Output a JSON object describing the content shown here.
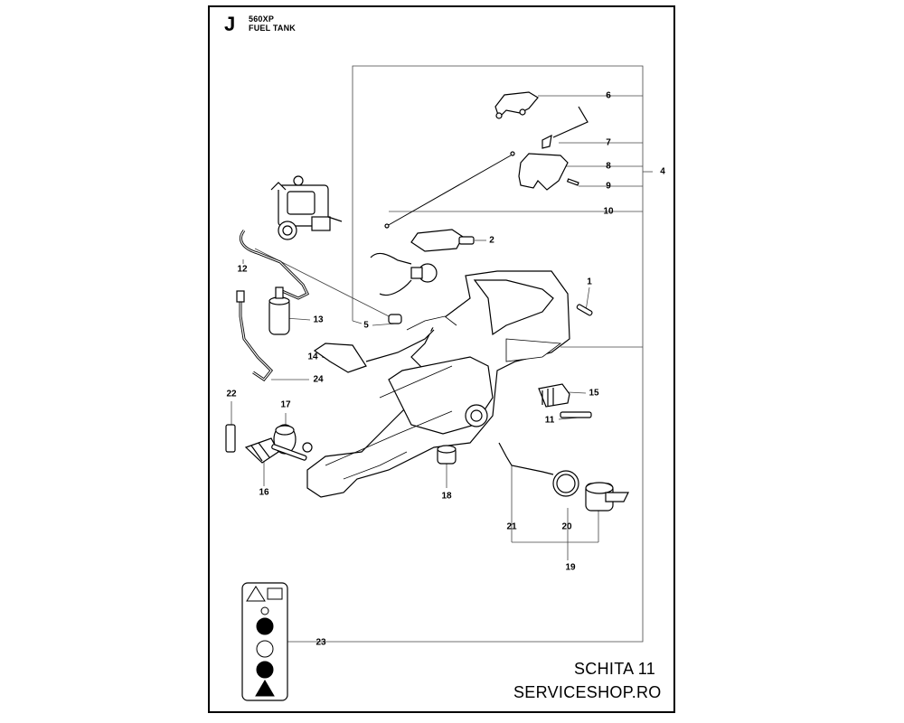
{
  "header": {
    "section_letter": "J",
    "model": "560XP",
    "title": "FUEL TANK"
  },
  "callouts": [
    "1",
    "2",
    "4",
    "5",
    "6",
    "7",
    "8",
    "9",
    "10",
    "11",
    "12",
    "13",
    "14",
    "15",
    "16",
    "17",
    "18",
    "19",
    "20",
    "21",
    "22",
    "23",
    "24"
  ],
  "footer": {
    "sketch": "SCHITA 11",
    "shop": "SERVICESHOP.RO"
  },
  "colors": {
    "line": "#000000",
    "leader": "#555555",
    "fill": "#ffffff"
  }
}
